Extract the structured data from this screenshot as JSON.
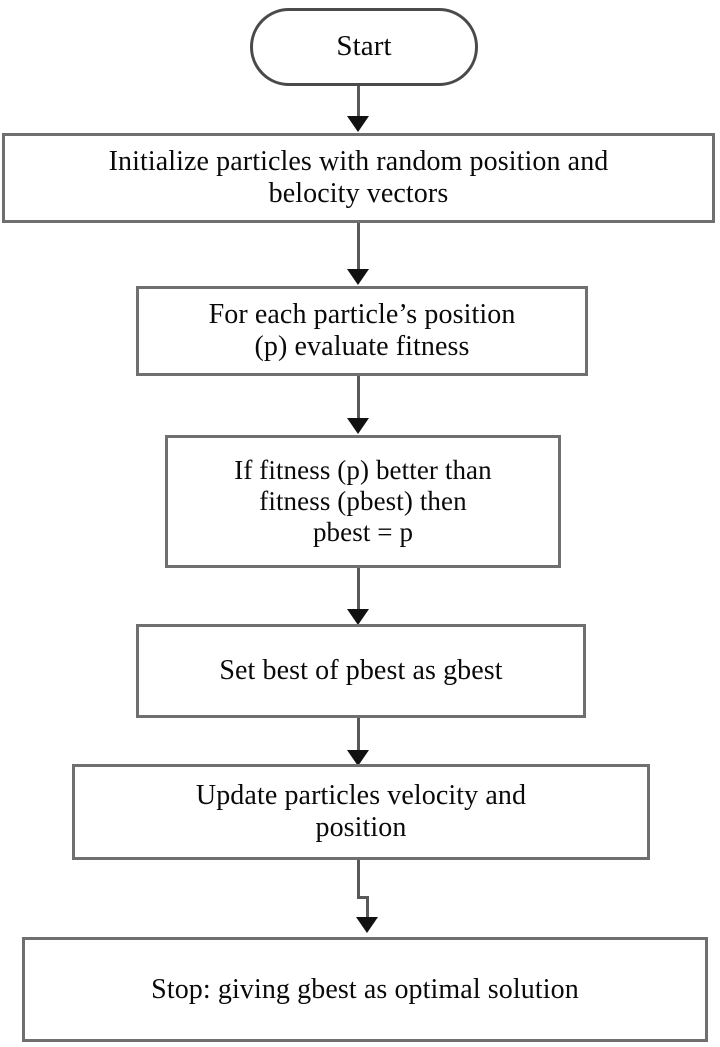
{
  "diagram": {
    "title": "Particle Swarm Optimization flowchart",
    "type": "flowchart",
    "orientation": "top-to-bottom",
    "colors": {
      "node_border": "#6f6f6f",
      "terminator_border": "#4a4a4a",
      "node_fill": "#ffffff",
      "text": "#0a0a0a",
      "connector": "#595959",
      "arrowhead": "#111111",
      "background": "#ffffff"
    },
    "nodes": [
      {
        "id": "start",
        "shape": "terminator",
        "text": "Start"
      },
      {
        "id": "initialize",
        "shape": "process",
        "text": "Initialize particles with random position and\nbelocity vectors"
      },
      {
        "id": "evaluate",
        "shape": "process",
        "text": "For each particle’s position\n(p) evaluate fitness"
      },
      {
        "id": "pbest",
        "shape": "process",
        "text": "If fitness (p) better than\nfitness (pbest) then\npbest = p"
      },
      {
        "id": "gbest",
        "shape": "process",
        "text": "Set best of pbest as gbest"
      },
      {
        "id": "update",
        "shape": "process",
        "text": "Update particles velocity and\nposition"
      },
      {
        "id": "stop",
        "shape": "process",
        "text": "Stop: giving gbest as optimal solution"
      }
    ],
    "connectors": [
      {
        "id": "c1",
        "from": "start",
        "to": "initialize",
        "style": "straight-arrow",
        "label": ""
      },
      {
        "id": "c2",
        "from": "initialize",
        "to": "evaluate",
        "style": "straight-arrow",
        "label": ""
      },
      {
        "id": "c3",
        "from": "evaluate",
        "to": "pbest",
        "style": "straight-arrow",
        "label": ""
      },
      {
        "id": "c4",
        "from": "pbest",
        "to": "gbest",
        "style": "straight-arrow",
        "label": ""
      },
      {
        "id": "c5",
        "from": "gbest",
        "to": "update",
        "style": "straight-arrow",
        "label": ""
      },
      {
        "id": "c6",
        "from": "update",
        "to": "stop",
        "style": "stepped-arrow",
        "label": ""
      }
    ]
  }
}
